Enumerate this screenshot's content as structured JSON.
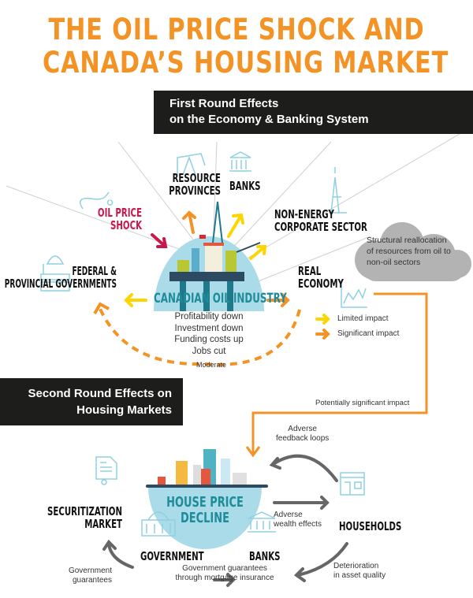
{
  "title": {
    "line1": "THE OIL PRICE SHOCK AND",
    "line2": "CANADA’S HOUSING MARKET"
  },
  "first_round": {
    "header_line1": "First Round Effects",
    "header_line2": "on the Economy & Banking System",
    "center": "CANADIAN OIL INDUSTRY",
    "effects": [
      "Profitability down",
      "Investment down",
      "Funding costs up",
      "Jobs cut"
    ],
    "nodes": {
      "oil_price_shock": [
        "OIL PRICE",
        "SHOCK"
      ],
      "resource_provinces": [
        "RESOURCE",
        "PROVINCES"
      ],
      "banks": "BANKS",
      "non_energy": [
        "NON-ENERGY",
        "CORPORATE SECTOR"
      ],
      "federal": [
        "FEDERAL &",
        "PROVINCIAL GOVERNMENTS"
      ],
      "real_economy": [
        "REAL",
        "ECONOMY"
      ]
    },
    "cloud_text": [
      "Structural reallocation",
      "of resources from oil to",
      "non-oil sectors"
    ],
    "moderate": "Moderate",
    "legend": {
      "limited": "Limited impact",
      "significant": "Significant impact"
    },
    "potential": "Potentially significant impact"
  },
  "second_round": {
    "header_line1": "Second Round Effects on",
    "header_line2": "Housing Markets",
    "center": [
      "HOUSE PRICE",
      "DECLINE"
    ],
    "nodes": {
      "securitization": [
        "SECURITIZATION",
        "MARKET"
      ],
      "households": "HOUSEHOLDS",
      "government": "GOVERNMENT",
      "banks": "BANKS"
    },
    "captions": {
      "feedback": [
        "Adverse",
        "feedback loops"
      ],
      "wealth": [
        "Adverse",
        "wealth effects"
      ],
      "deterioration": [
        "Deterioration",
        "in asset quality"
      ],
      "gov_guarantees": [
        "Government",
        "guarantees"
      ],
      "mortgage": [
        "Government guarantees",
        "through mortgage insurance"
      ]
    }
  },
  "colors": {
    "orange": "#f39325",
    "yellow": "#ffd500",
    "red": "#c8174a",
    "teal": "#1e8c99",
    "dome": "#a9dbe8",
    "grey_arrow": "#666666",
    "cloud": "#b3b3b3"
  }
}
